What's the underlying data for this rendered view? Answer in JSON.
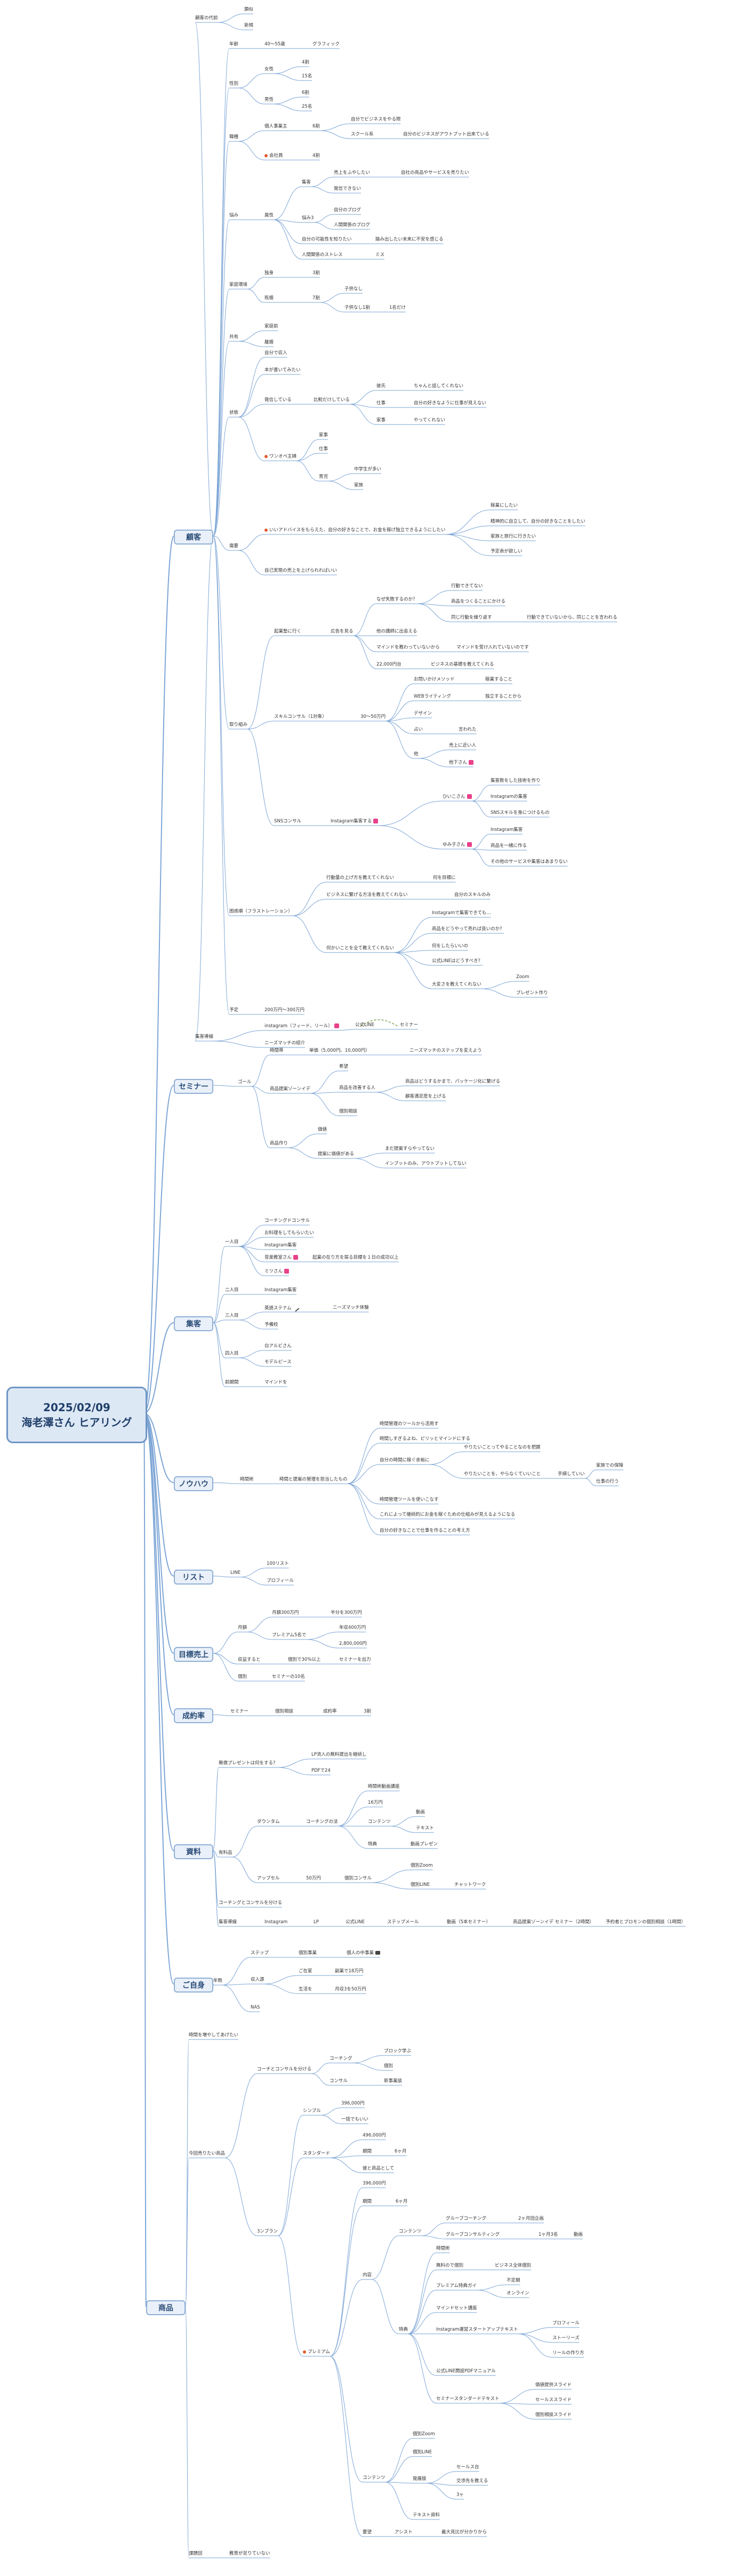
{
  "root": {
    "date": "2025/02/09",
    "title": "海老澤さん ヒアリング"
  },
  "categories": {
    "kokyaku": "顧客",
    "seminar": "セミナー",
    "shukyaku": "集客",
    "knowhow": "ノウハウ",
    "list": "リスト",
    "mokuhyo": "目標売上",
    "seiyaku": "成約率",
    "shiryo": "資料",
    "gojibun": "ご自身",
    "shohin": "商品"
  },
  "nodes": {
    "k1": "顧客の代前",
    "k1a": "類似",
    "k1b": "新規",
    "k2": "年齢",
    "k2a": "40〜55歳",
    "k2b": "グラフィック",
    "k3": "性別",
    "k3a": "女性",
    "k3a1": "4割",
    "k3a2": "15名",
    "k3b": "男性",
    "k3b1": "6割",
    "k3b2": "25名",
    "k4": "職種",
    "k4a": "個人事業主",
    "k4a1": "6割",
    "k4a1a": "自分でビジネスをやる際",
    "k4a1b": "スクール系",
    "k4a1c": "自分のビジネスがアウトプット出来ている",
    "k4b": "会社員",
    "k4b1": "4割",
    "k5": "悩み",
    "k5a": "属性",
    "k5b": "集客",
    "k5b1": "売上をふやしたい",
    "k5b2": "自社の商品やサービスを売りたい",
    "k5b3": "発信できない",
    "k5c": "悩み3",
    "k5c1": "自分のブログ",
    "k5c2": "人間関係のブログ",
    "k5d": "自分の可能性を知りたい",
    "k5d1": "踏み出したい未来に不安を感じる",
    "k5e": "人間関係のストレス",
    "k5e1": "ミス",
    "k6": "家庭環境",
    "k6a": "独身",
    "k6a1": "3割",
    "k6b": "既婚",
    "k6b1": "7割",
    "k6b1a": "子供なし",
    "k6b1b": "子供なし1割",
    "k6b1c": "1名だけ",
    "k7": "共有",
    "k7a": "家庭前",
    "k7b": "離婚",
    "k8": "状態",
    "k8a": "自分で収入",
    "k8b": "本が書いてみたい",
    "k8c": "発信している",
    "k8c1": "比較だけしている",
    "k8c1a": "彼氏",
    "k8c1b": "ちゃんと話してくれない",
    "k8c1c": "仕事",
    "k8c1d": "自分の好きなように仕事が見えない",
    "k8c1e": "家事",
    "k8c1f": "やってくれない",
    "k8d": "ワンオペ主婦",
    "k8d1": "家事",
    "k8d2": "仕事",
    "k8d3": "育児",
    "k8d3a": "中学生が多い",
    "k8d3b": "家族",
    "k9": "需要",
    "k9a": "いいアドバイスをもらえた、自分の好きなことで、お金を稼げ独立できるようにしたい",
    "k9a1": "稼業にしたい",
    "k9a2": "精神的に自立して、自分の好きなことをしたい",
    "k9a3": "家族と旅行に行きたい",
    "k9a4": "予定表が欲しい",
    "k9b": "自己実現の売上を上げられればいい",
    "k10": "取り組み",
    "k10a": "起業塾に行く",
    "k10a1": "広告を見る",
    "k10a2": "なぜ失敗するのか？",
    "k10a2a": "行動できてない",
    "k10a2b": "商品をつくることにかける",
    "k10a2c": "同じ行動を繰り返す",
    "k10a2c1": "行動できていないから、同じことを言われる",
    "k10a3": "他の講師に出会える",
    "k10a4": "マインドを教わっていないから",
    "k10a4a": "マインドを受け入れていないのです",
    "k10a5": "22,000円台",
    "k10a5a": "ビジネスの基礎を教えてくれる",
    "k10b": "スキルコンサル（1対象）",
    "k10b1": "30〜50万円",
    "k10b2": "お問いかけメソッド",
    "k10b2a": "稼業すること",
    "k10b3": "WEBライティング",
    "k10b3a": "独立することから",
    "k10b4": "デザイン",
    "k10b5": "占い",
    "k10b5a": "言われた",
    "k10b6": "他",
    "k10b6a": "売上に近い人",
    "k10b6b": "他下さん",
    "k10c": "SNSコンサル",
    "k10c1": "Instagram集客する",
    "k10c2": "ひいこさん",
    "k10c2a": "集客数をした技術を作り",
    "k10c2b": "Instagramの集客",
    "k10c2c": "SNSスキルを身につけるもの",
    "k10c3": "ゆみ子さん",
    "k10c3a": "Instagram集客",
    "k10c3b": "商品を一緒に作る",
    "k10c3c": "その他のサービスや集客はあまりない",
    "k11": "困惑順（フラストレーション）",
    "k11a": "行動量の上げ方を教えてくれない",
    "k11a1": "何を目標に",
    "k11b": "ビジネスに繋げる方法を教えてくれない",
    "k11b1": "自分のスキルのみ",
    "k11c": "何かいことを全て教えてくれない",
    "k11c1": "Instagramで集客できても…",
    "k11c2": "商品をどうやって売れば良いのか？",
    "k11c3": "何をしたらいいの",
    "k11c4": "公式LINEはどうすべき？",
    "k11c5": "大変さを教えてくれない",
    "k11c5a": "Zoom",
    "k11c5b": "プレゼント作り",
    "k12": "予定",
    "k12a": "200万円〜300万円",
    "s1": "集客導線",
    "s1a": "instagram（フィード、リール）",
    "s1b": "公式LINE",
    "s1c": "ニーズマッチの紹介",
    "s1d": "セミナー",
    "m1": "ゴール",
    "m1a": "時間帯",
    "m1a1": "単価（5,000円、10,000円）",
    "m1a2": "ニーズマッチのステップを変えよう",
    "m1b": "商品提案ゾーンイデ",
    "m1b1": "希望",
    "m1b2": "商品を改善する人",
    "m1b2a": "商品はどうするかまで、パッケージ化に繋げる",
    "m1b2b": "顧客満足度を上げる",
    "m1b3": "個別相談",
    "m1c": "商品作り",
    "m1c1": "価値",
    "m1c2": "提案に価値がある",
    "m1c2a": "まだ提案すらやってない",
    "m1c2b": "インプットのみ、アウトプットしてない",
    "sh1": "一人目",
    "sh1a": "コーチングドコンサル",
    "sh1b": "お料理をしてもらいたい",
    "sh1c": "Instagram集客",
    "sh1d": "音楽教室さん",
    "sh1d1": "起業の在り方を探る目標を１日の成功以上",
    "sh1e": "ミツさん",
    "sh2": "二人目",
    "sh2a": "Instagram集客",
    "sh3": "三人目",
    "sh3a": "英語ステナム",
    "sh3a1": "ニーズマッチ体験",
    "sh3b": "予備校",
    "sh4": "四人目",
    "sh4a": "白アルビさん",
    "sh4b": "モデルピース",
    "sh5": "前期間",
    "sh5a": "マインドを",
    "kn1": "時間術",
    "kn1a": "時間と提案の管理を担当したもの",
    "kn1a1": "時間管理のツールから活用す",
    "kn1a2": "時間しすぎるよね、ピリッとマインドにする",
    "kn1a3": "自分の時間に稼ぐ余裕に",
    "kn1a3a": "やりたいことってやることなのを把握",
    "kn1a3b": "やりたいことを、やらなくていいこと",
    "kn1a3b1": "手順していい",
    "kn1a3b1a": "家族での保障",
    "kn1a3b1b": "仕事の行う",
    "kn1a4": "時間管理ツールを使いこなす",
    "kn1a5": "これによって継続的にお金を稼ぐための仕組みが見えるようになる",
    "kn1a6": "自分の好きなことで仕事を作ることの考え方",
    "l1": "LINE",
    "l1a": "100リスト",
    "l1b": "プロフィール",
    "t1": "月額",
    "t1a": "月額300万円",
    "t1a1": "半分を300万円",
    "t1b": "プレミアム5名で",
    "t1b1": "年収400万円",
    "t1b2": "2,800,000円",
    "t1c": "収益すると",
    "t1c1": "個別で30%以上",
    "t1c2": "セミナーを出力",
    "t1d": "個別",
    "t1d1": "セミナーの10名",
    "r1": "セミナー",
    "r1a": "個別相談",
    "r1b": "成約率",
    "r1c": "3割",
    "d1": "無償プレゼントは何をする？",
    "d1a": "LP流入の無料提出を継続し",
    "d1b": "PDFで24",
    "d2": "有料品",
    "d2a": "ダウンタム",
    "d2a1": "コーチングの法",
    "d2a1a": "時間術動画講座",
    "d2a1b": "16万円",
    "d2a1c": "コンテンツ",
    "d2a1c1": "動画",
    "d2a1c2": "テキスト",
    "d2a1d": "特典",
    "d2a1d1": "動画プレゼン",
    "d2b": "アップセル",
    "d2b1": "50万円",
    "d2b2": "個別コンサル",
    "d2b2a": "個別Zoom",
    "d2b2b": "個別LINE",
    "d2b2c": "チャットワーク",
    "d3": "コーチングとコンサルを分ける",
    "d4": "集客導線",
    "d4a": "Instagram",
    "d4b": "LP",
    "d4c": "公式LINE",
    "d4d": "ステップメール",
    "d4e": "動画（5本セミナー）",
    "d4f": "商品提案ゾーンイデ セミナー（2時間）",
    "d4g": "予約者とプロモンの個別相談（1時間）",
    "g1": "年数",
    "g1a": "ステップ",
    "g1a1": "個別事業",
    "g1a1a": "個人の中事業",
    "g1b": "収入源",
    "g1b1": "ご在家",
    "g1b1a": "副業で18万円",
    "g1b2": "生活を",
    "g1b2a": "月収3を50万円",
    "g1c": "NAS",
    "p1": "時間を増やしてあげたい",
    "p2": "今回売りたい商品",
    "p2a": "コーチとコンサルを分ける",
    "p2a1": "コーチング",
    "p2a1a": "プロック学ぶ",
    "p2a1b": "個別",
    "p2a2": "コンサル",
    "p2a2a": "新事業談",
    "p2b": "3ンプラン",
    "p2b1": "シンプル",
    "p2b1a": "396,000円",
    "p2b1b": "一括でもいい",
    "p2b2": "スタンダード",
    "p2b2a": "496,000円",
    "p2b2b": "期間",
    "p2b2b1": "6ヶ月",
    "p2b2c": "彼と商品として",
    "p2b3": "プレミアム",
    "p2b3a": "396,000円",
    "p2b3b": "期間",
    "p2b3b1": "6ヶ月",
    "p2b3c": "内容",
    "p2b3c1": "コンテンツ",
    "p2b3c1a": "グループコーチング",
    "p2b3c1a1": "2ヶ月回企画",
    "p2b3c1b": "グループコンサルティング",
    "p2b3c1b1": "1ヶ月3名",
    "p2b3c1b2": "動画",
    "p2b3c2": "特典",
    "p2b3c2a": "時間術",
    "p2b3c2b": "無料ので個別",
    "p2b3c2b1": "ビジネス全体個別",
    "p2b3c2c": "プレミアム特典ガイ",
    "p2b3c2c1": "不定期",
    "p2b3c2c2": "オンライン",
    "p2b3c2d": "マインドセット講座",
    "p2b3c2e": "Instagram運営スタートアップテキスト",
    "p2b3c2e1": "プロフィール",
    "p2b3c2e2": "ストーリーズ",
    "p2b3c2e3": "リールの作り方",
    "p2b3c2f": "公式LINE開設PDFマニュアル",
    "p2b3c2g": "セミナースタンダードテキスト",
    "p2b3c2g1": "価値提供スライド",
    "p2b3c2g2": "セールススライド",
    "p2b3c2g3": "個別相談スライド",
    "p2b3d": "コンテンツ",
    "p2b3d1": "個別Zoom",
    "p2b3d2": "個別LINE",
    "p2b3d3": "発展版",
    "p2b3d3a": "セールス台",
    "p2b3d3b": "交渉先を教える",
    "p2b3d3c": "3ヶ",
    "p2b3d4": "テキスト資料",
    "p2b3e": "要望",
    "p2b3e1": "アシスト",
    "p2b3e1a": "最大見比が分かりから",
    "p3": "課題回",
    "p3a": "教育が足りていない"
  },
  "colors": {
    "edge": "#7ea6d6",
    "cat_border": "#8fb0d6",
    "cat_fill": "#e9f0f9",
    "root_border": "#6f96c4",
    "accent_red": "#e25b2d",
    "accent_pink": "#e8418a",
    "connector_green": "#5a8f2d"
  }
}
